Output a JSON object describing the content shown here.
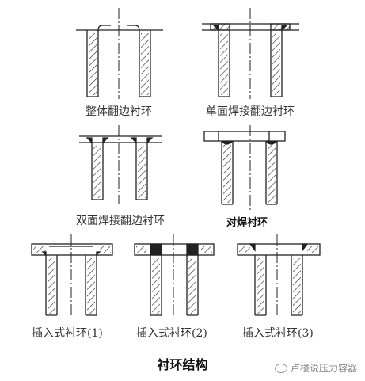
{
  "labels": {
    "d1": "整体翻边衬环",
    "d2": "单面焊接翻边衬环",
    "d3": "双面焊接翻边衬环",
    "d4": "对焊衬环",
    "d5": "插入式衬环(1)",
    "d6": "插入式衬环(2)",
    "d7": "插入式衬环(3)"
  },
  "title": "衬环结构",
  "watermark": "卢楼说压力容器",
  "icons": {
    "watermark": "wechat-icon"
  }
}
